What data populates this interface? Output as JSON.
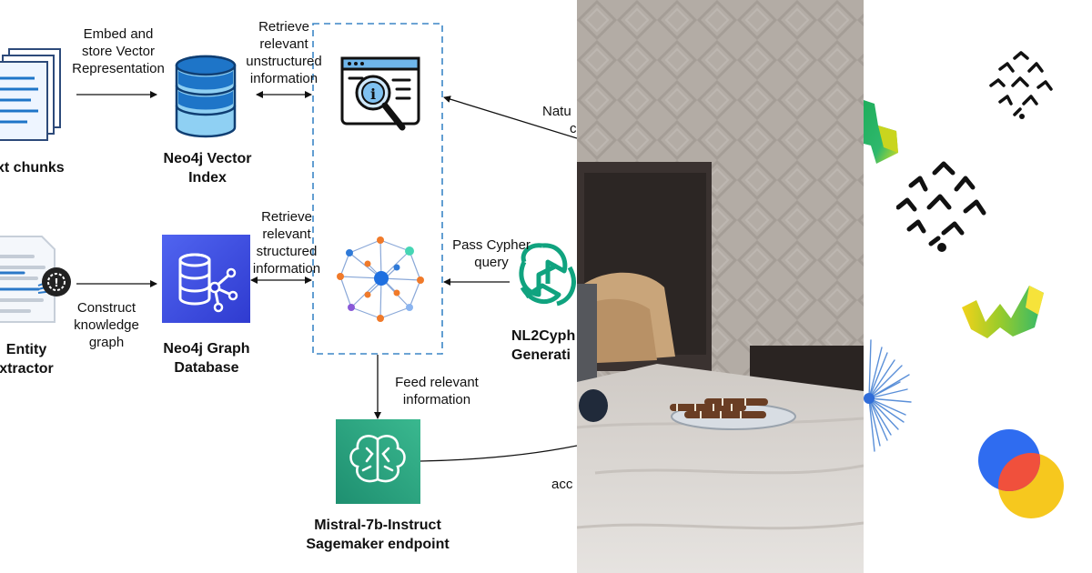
{
  "diagram": {
    "nodes": {
      "text_chunks": "xt chunks",
      "vector_index": [
        "Neo4j Vector",
        "Index"
      ],
      "entity_extractor": [
        "Entity",
        "xtractor"
      ],
      "graph_database": [
        "Neo4j Graph",
        "Database"
      ],
      "nl2cypher": [
        "NL2Cyph",
        "Generati"
      ],
      "mistral": [
        "Mistral-7b-Instruct",
        "Sagemaker endpoint"
      ]
    },
    "edges": {
      "embed_store": [
        "Embed and",
        "store Vector",
        "Representation"
      ],
      "retrieve_unstructured": [
        "Retrieve",
        "relevant",
        "unstructured",
        "information"
      ],
      "retrieve_structured": [
        "Retrieve",
        "relevant",
        "structured",
        "information"
      ],
      "construct_kg": [
        "Construct",
        "knowledge",
        "graph"
      ],
      "pass_cypher": [
        "Pass Cypher",
        "query"
      ],
      "feed_relevant": [
        "Feed relevant",
        "information"
      ],
      "natural_partial": [
        "Natu",
        "c"
      ],
      "acc_partial": "acc"
    },
    "icons": [
      "document-stack-icon",
      "database-icon",
      "search-dashboard-icon",
      "network-graph-icon",
      "document-extractor-icon",
      "graph-database-icon",
      "openai-knot-icon",
      "sagemaker-brain-icon"
    ],
    "colors": {
      "accent_blue": "#1e75c8",
      "dashed_box": "#3b86c6",
      "graph_db": "#3f4ed8",
      "sagemaker": "#2aa57f",
      "openai": "#10a37f"
    }
  },
  "photo": {
    "subject": "bedroom-scene",
    "colors": {
      "wall": "#b1aaa3",
      "headboard": "#3a3230",
      "duvet": "#dcd8d4"
    }
  },
  "logos": {
    "icons": [
      "arrow-burst-small-icon",
      "green-wave-icon",
      "arrow-burst-large-icon",
      "yellow-green-wave-icon",
      "blue-spark-icon",
      "blue-red-yellow-circles-icon"
    ],
    "colors": {
      "blue": "#2f6cf0",
      "red": "#f0503c",
      "yellow": "#f6c81e",
      "green": "#2eb86c"
    }
  }
}
